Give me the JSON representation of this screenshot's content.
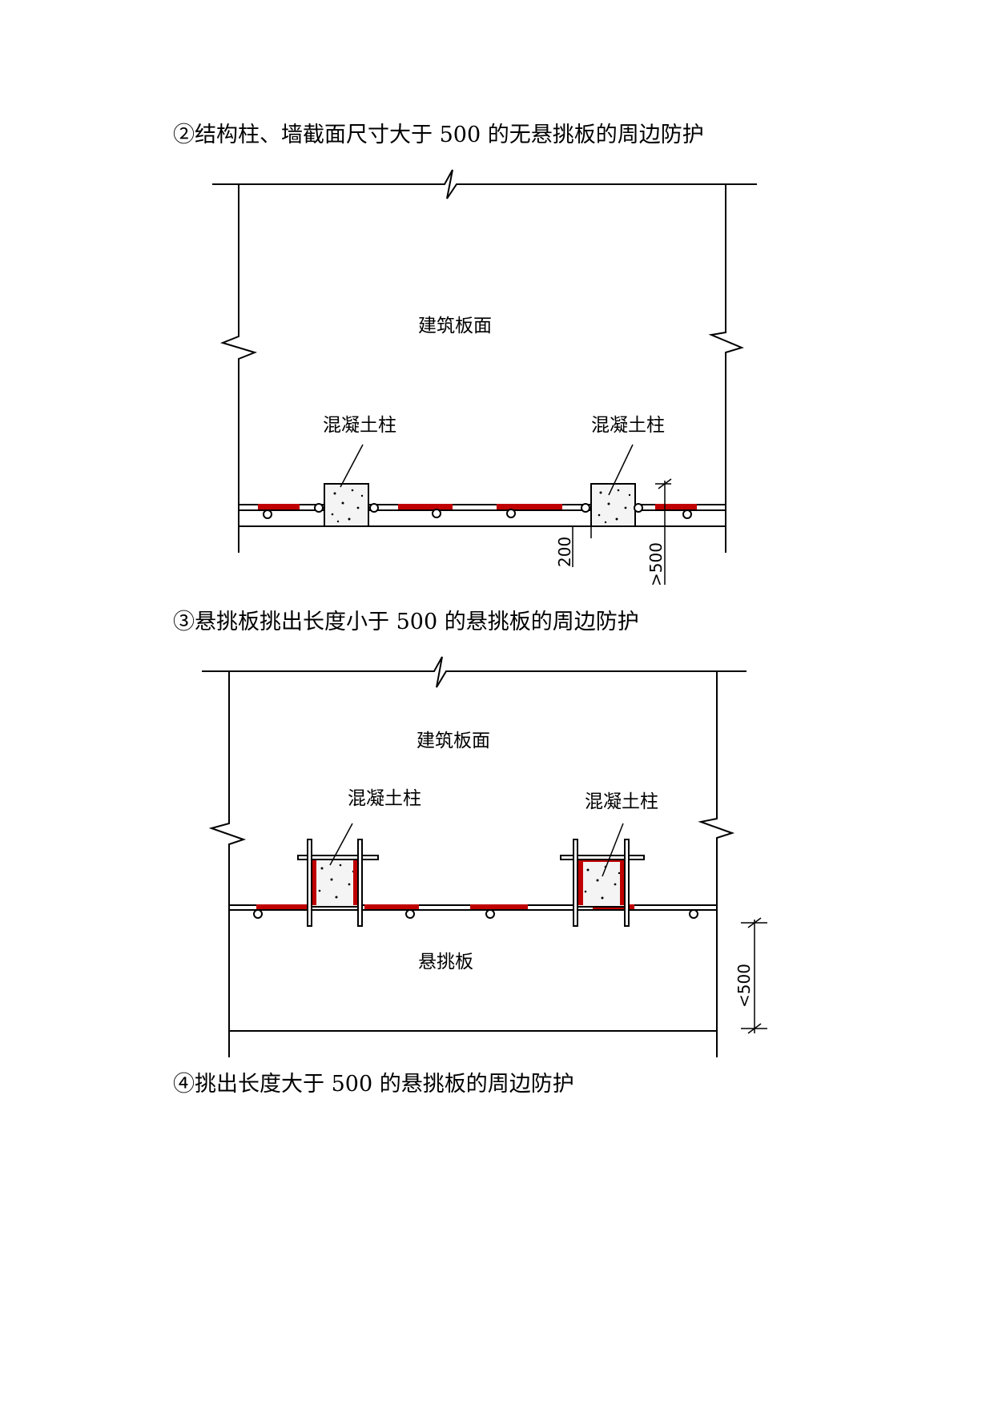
{
  "headings": {
    "fig2": "②结构柱、墙截面尺寸大于 500 的无悬挑板的周边防护",
    "fig3": "③悬挑板挑出长度小于 500 的悬挑板的周边防护",
    "fig4": "④挑出长度大于 500 的悬挑板的周边防护"
  },
  "figure2": {
    "slab_label": "建筑板面",
    "column_left_label": "混凝土柱",
    "column_right_label": "混凝土柱",
    "dim_200": "200",
    "dim_gt500": ">500"
  },
  "figure3": {
    "slab_label": "建筑板面",
    "column_left_label": "混凝土柱",
    "column_right_label": "混凝土柱",
    "cantilever_label": "悬挑板",
    "dim_lt500": "<500"
  },
  "colors": {
    "line": "#000000",
    "guard_red": "#c00000",
    "concrete_fill": "#f4f4f4"
  }
}
